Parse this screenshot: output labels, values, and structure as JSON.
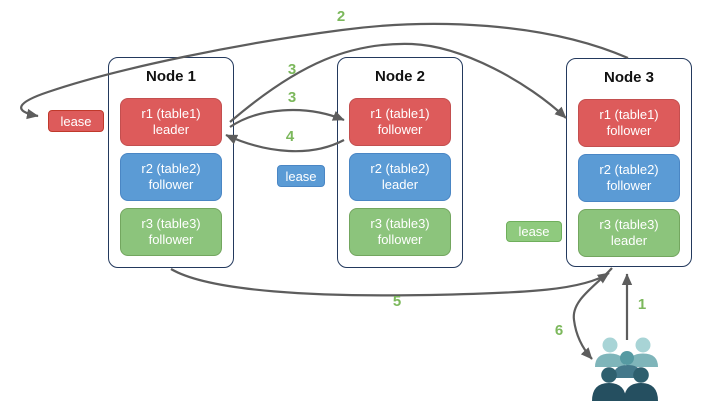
{
  "nodes": [
    {
      "title": "Node 1",
      "replicas": [
        {
          "name": "r1 (table1)",
          "role": "leader",
          "color": "#dd5b5b"
        },
        {
          "name": "r2 (table2)",
          "role": "follower",
          "color": "#5b9bd5"
        },
        {
          "name": "r3 (table3)",
          "role": "follower",
          "color": "#8cc47c"
        }
      ]
    },
    {
      "title": "Node 2",
      "replicas": [
        {
          "name": "r1 (table1)",
          "role": "follower",
          "color": "#dd5b5b"
        },
        {
          "name": "r2 (table2)",
          "role": "leader",
          "color": "#5b9bd5"
        },
        {
          "name": "r3 (table3)",
          "role": "follower",
          "color": "#8cc47c"
        }
      ]
    },
    {
      "title": "Node 3",
      "replicas": [
        {
          "name": "r1 (table1)",
          "role": "follower",
          "color": "#dd5b5b"
        },
        {
          "name": "r2 (table2)",
          "role": "follower",
          "color": "#5b9bd5"
        },
        {
          "name": "r3 (table3)",
          "role": "leader",
          "color": "#8cc47c"
        }
      ]
    }
  ],
  "leases": [
    {
      "label": "lease",
      "color": "#dd5b5b"
    },
    {
      "label": "lease",
      "color": "#5b9bd5"
    },
    {
      "label": "lease",
      "color": "#8fca7e"
    }
  ],
  "steps": {
    "1": "1",
    "2": "2",
    "3a": "3",
    "3b": "3",
    "4": "4",
    "5": "5",
    "6": "6"
  },
  "icons": {
    "users_group": "users-group-icon"
  },
  "colors": {
    "arrow": "#5d5d5d",
    "step_label": "#7cb85c",
    "node_border": "#23395d",
    "leader_red": "#dd5b5b",
    "follower_blue": "#5b9bd5",
    "follower_green": "#8cc47c"
  }
}
